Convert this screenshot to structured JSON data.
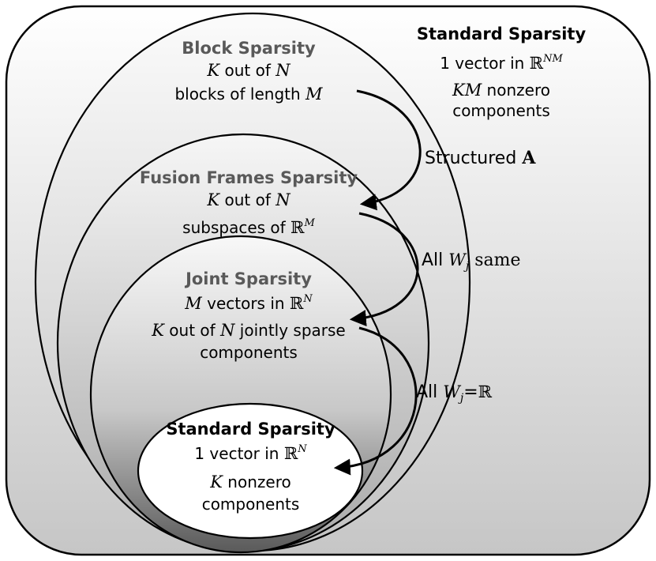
{
  "outer": {
    "title": "Standard Sparsity",
    "line1_pre": "1 vector in ",
    "line1_set": "ℝ",
    "line1_sup": "NM",
    "line2_var": "KM",
    "line2_post": " nonzero",
    "line3": "components"
  },
  "block": {
    "title": "Block Sparsity",
    "line1_v1": "K",
    "line1_mid": " out of ",
    "line1_v2": "N",
    "line2_pre": "blocks of length ",
    "line2_var": "M"
  },
  "fusion": {
    "title": "Fusion Frames Sparsity",
    "line1_v1": "K",
    "line1_mid": " out of ",
    "line1_v2": "N",
    "line2_pre": "subspaces of ",
    "line2_set": "ℝ",
    "line2_sup": "M"
  },
  "joint": {
    "title": "Joint Sparsity",
    "line1_var": "M",
    "line1_mid": " vectors in ",
    "line1_set": "ℝ",
    "line1_sup": "N",
    "line2_v1": "K",
    "line2_mid": " out of ",
    "line2_v2": "N",
    "line2_post": " jointly sparse",
    "line3": "components"
  },
  "inner": {
    "title": "Standard Sparsity",
    "line1_pre": "1 vector in ",
    "line1_set": "ℝ",
    "line1_sup": "N",
    "line2_var": "K",
    "line2_post": " nonzero",
    "line3": "components"
  },
  "arrows": {
    "a1_pre": "Structured ",
    "a1_bold": "A",
    "a2_pre": "All ",
    "a2_w": "W",
    "a2_sub": "j",
    "a2_post": " same",
    "a3_pre": "All ",
    "a3_w": "W",
    "a3_sub": "j",
    "a3_eq": "=",
    "a3_set": "ℝ"
  },
  "colors": {
    "frame_light": "#ffffff",
    "frame_dark": "#c4c4c4",
    "title_grey": "#595959",
    "stroke": "#000000"
  }
}
